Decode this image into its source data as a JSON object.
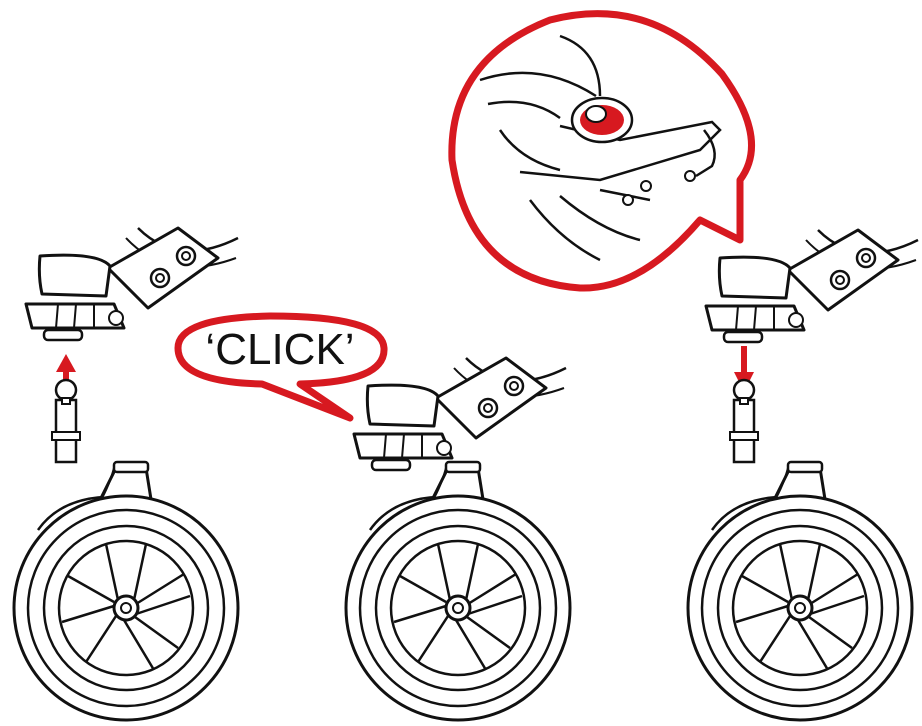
{
  "diagram": {
    "callout_text": "‘CLICK’",
    "accent_color": "#d71920",
    "line_color": "#111111",
    "steps": [
      {
        "name": "attach-wheel",
        "arrow": "up"
      },
      {
        "name": "wheel-attached",
        "arrow": "none"
      },
      {
        "name": "release-wheel",
        "arrow": "down"
      }
    ]
  }
}
